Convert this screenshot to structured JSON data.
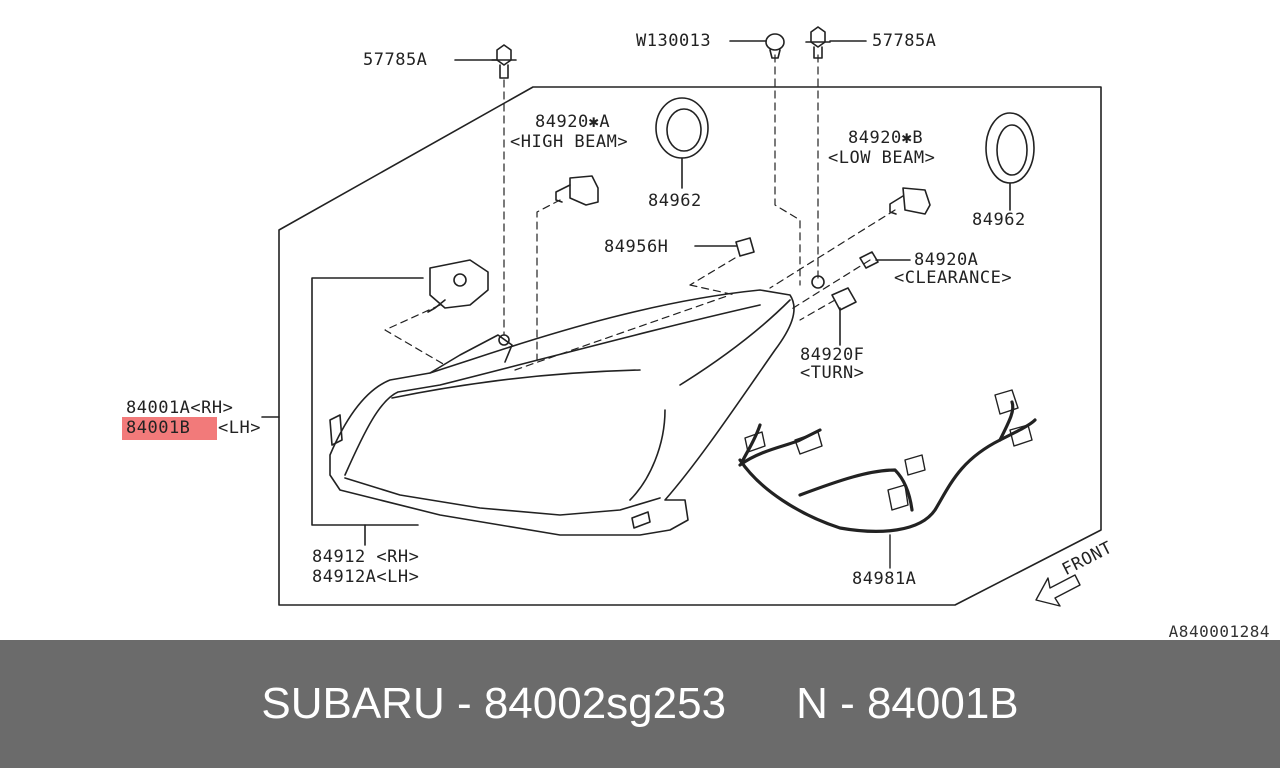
{
  "labels": {
    "bolt_left": "57785A",
    "bolt_right": "57785A",
    "grommet": "W130013",
    "high_beam_part": "84920✱A",
    "high_beam_desc": "<HIGH BEAM>",
    "seal_left": "84962",
    "low_beam_part": "84920✱B",
    "low_beam_desc": "<LOW BEAM>",
    "seal_right": "84962",
    "cap": "84956H",
    "clearance_part": "84920A",
    "clearance_desc": "<CLEARANCE>",
    "turn_part": "84920F",
    "turn_desc": "<TURN>",
    "assy_rh": "84001A<RH>",
    "assy_lh_code": "84001B",
    "assy_lh_side": "<LH>",
    "lens_rh": "84912  <RH>",
    "lens_lh": "84912A<LH>",
    "harness": "84981A",
    "front": "FRONT",
    "figure_ref": "A840001284"
  },
  "highlight_color": "#f27a7a",
  "footer": {
    "brand_part": "SUBARU - 84002sg253",
    "ref_part": "N - 84001B"
  }
}
